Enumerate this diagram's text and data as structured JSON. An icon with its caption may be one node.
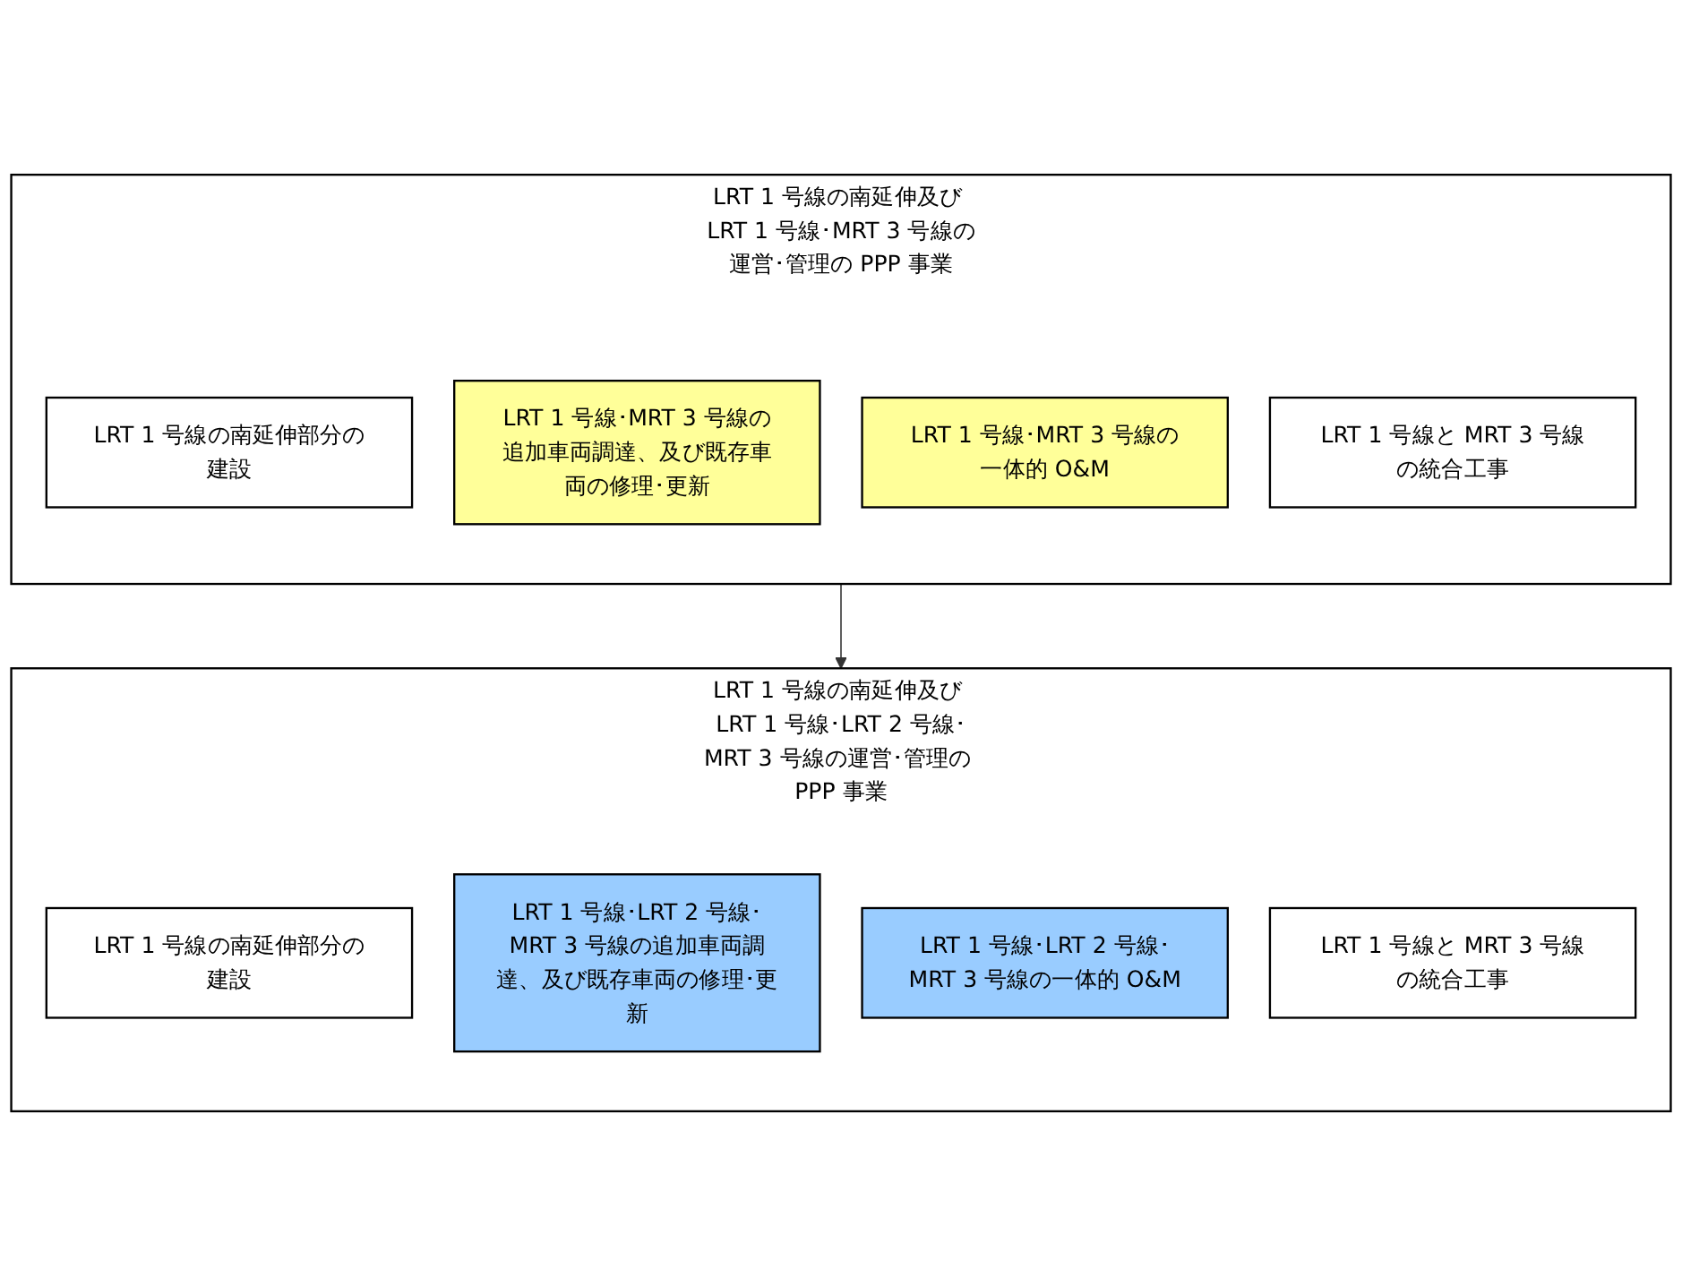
{
  "diagram": {
    "nodes": [
      {
        "text": [
          "LRT 1 号線の南延伸及び LRT 1 号線･MRT 3 号線の運営･管理の PPP 事業"
        ]
      },
      {
        "text": [
          "LRT 1 号線の南延伸部分の建設"
        ],
        "in": 0
      },
      {
        "text": [
          "LRT 1 号線･MRT 3 号線の追加車両調達、及び既存車両の修理･更新"
        ],
        "in": 0
      },
      {
        "text": [
          "LRT 1 号線･MRT 3 号線の一体的 O&M"
        ],
        "in": 0
      },
      {
        "text": [
          "LRT 1 号線と MRT 3 号線の統合工事"
        ],
        "in": 0
      },
      {
        "text": [
          "LRT 1 号線の南延伸及び LRT 1 号線･LRT 2 号線･MRT 3 号線の運営･管理の PPP 事業"
        ]
      },
      {
        "text": [
          "LRT 1 号線の南延伸部分の建設"
        ],
        "in": 5
      },
      {
        "text": [
          "LRT 1 号線･LRT 2 号線･MRT 3 号線の追加車両調達、及び既存車両の修理･更新"
        ],
        "in": 5
      },
      {
        "text": [
          "LRT 1 号線･LRT 2 号線･MRT 3 号線の一体的 O&M"
        ],
        "in": 5
      },
      {
        "text": [
          "LRT 1 号線と MRT 3 号線の統合工事"
        ],
        "in": 5
      }
    ],
    "edges": [
      {
        "from": 0,
        "to": 5,
        "arrow": "to"
      }
    ]
  }
}
